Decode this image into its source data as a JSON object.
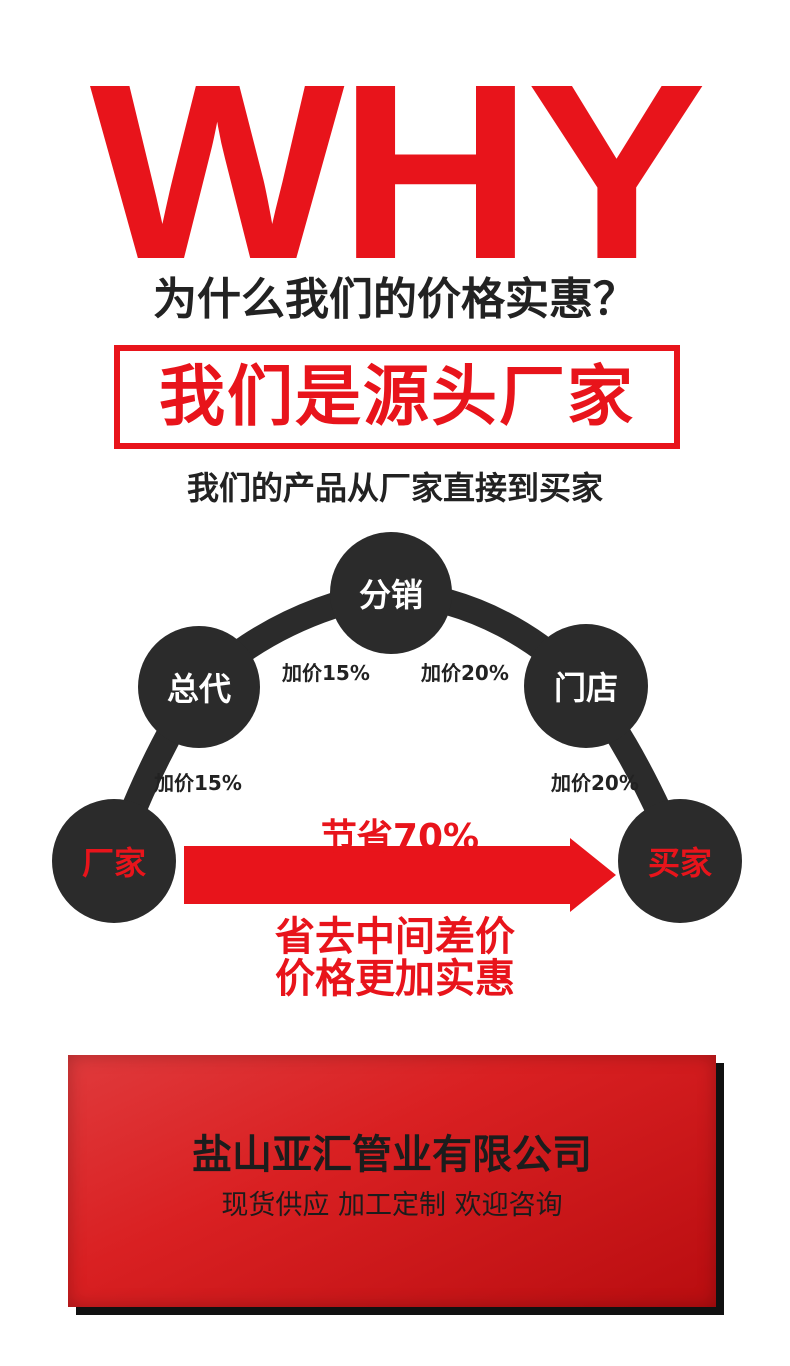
{
  "headline": "WHY",
  "question": "为什么我们的价格实惠？",
  "box_text": "我们是源头厂家",
  "subtitle": "我们的产品从厂家直接到买家",
  "nodes": {
    "factory": "厂家",
    "general_agent": "总代",
    "distribution": "分销",
    "store": "门店",
    "buyer": "买家"
  },
  "markups": {
    "factory_to_agent": "加价15%",
    "agent_to_distribution": "加价15%",
    "distribution_to_store": "加价20%",
    "store_to_buyer": "加价20%"
  },
  "savings": "节省70%",
  "slogan": {
    "line1": "省去中间差价",
    "line2": "价格更加实惠"
  },
  "company": {
    "name": "盐山亚汇管业有限公司",
    "tagline": "现货供应 加工定制 欢迎咨询"
  },
  "colors": {
    "accent": "#e8141b",
    "dark": "#2b2b2b"
  }
}
